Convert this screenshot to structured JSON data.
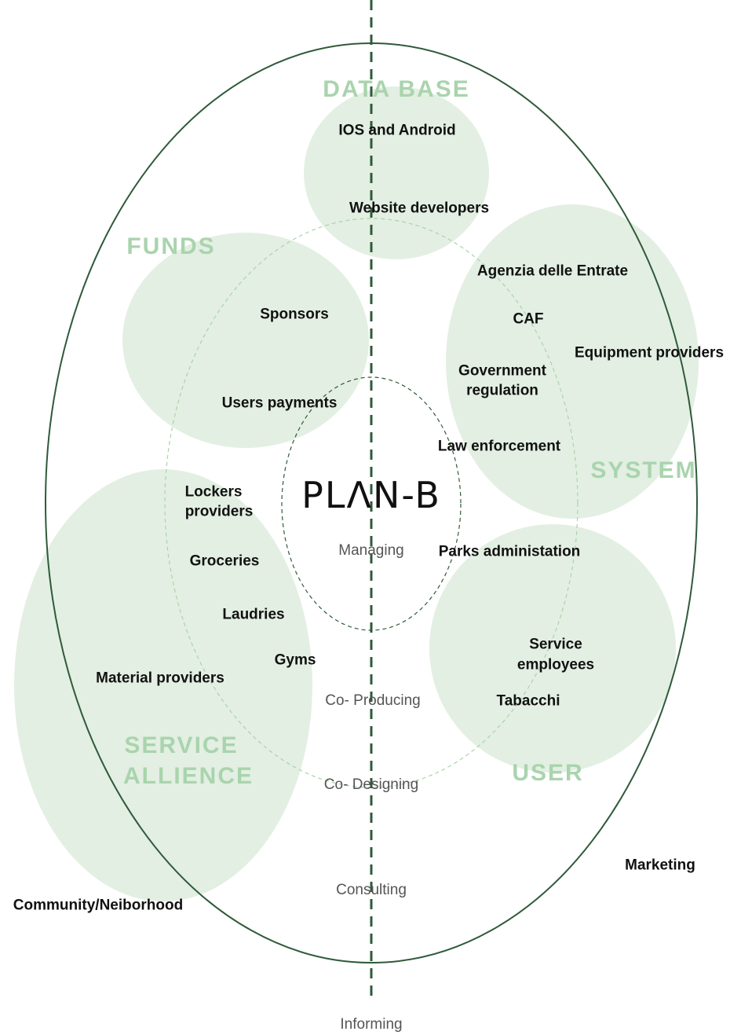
{
  "logo": "PLΛN-B",
  "categories": {
    "database": "DATA BASE",
    "funds": "FUNDS",
    "system": "SYSTEM",
    "service_alliance_line1": "SERVICE",
    "service_alliance_line2": "ALLIENCE",
    "user": "USER"
  },
  "levels": {
    "managing": "Managing",
    "co_producing": "Co- Producing",
    "co_designing": "Co- Designing",
    "consulting": "Consulting",
    "informing": "Informing"
  },
  "stakeholders": {
    "ios_android": "IOS and Android",
    "website_developers": "Website developers",
    "sponsors": "Sponsors",
    "users_payments": "Users payments",
    "agenzia": "Agenzia delle Entrate",
    "caf": "CAF",
    "equipment_providers": "Equipment providers",
    "government_regulation_1": "Government",
    "government_regulation_2": "regulation",
    "law_enforcement": "Law enforcement",
    "lockers_providers_1": "Lockers",
    "lockers_providers_2": "providers",
    "groceries": "Groceries",
    "laudries": "Laudries",
    "gyms": "Gyms",
    "material_providers": "Material providers",
    "parks_administation": "Parks administation",
    "service_employees_1": "Service",
    "service_employees_2": "employees",
    "tabacchi": "Tabacchi",
    "marketing": "Marketing",
    "community": "Community/Neiborhood"
  },
  "colors": {
    "bubble_fill": "#e3efe3",
    "category_text": "#a9d4ad",
    "outline": "#2f5a3a"
  }
}
